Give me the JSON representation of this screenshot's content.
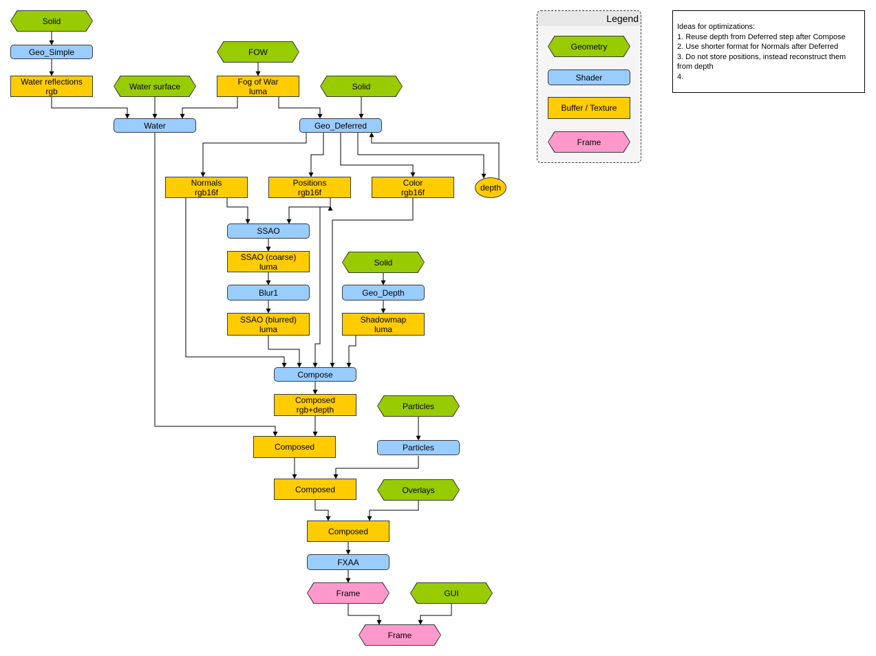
{
  "nodes": {
    "solid_top": "Solid",
    "geo_simple": "Geo_Simple",
    "water_reflections": [
      "Water reflections",
      "rgb"
    ],
    "fow": "FOW",
    "water_surface": "Water surface",
    "fog_of_war": [
      "Fog of War",
      "luma"
    ],
    "solid_mid": "Solid",
    "water": "Water",
    "geo_deferred": "Geo_Deferred",
    "normals": [
      "Normals",
      "rgb16f"
    ],
    "positions": [
      "Positions",
      "rgb16f"
    ],
    "color": [
      "Color",
      "rgb16f"
    ],
    "depth": "depth",
    "ssao": "SSAO",
    "ssao_coarse": [
      "SSAO (coarse)",
      "luma"
    ],
    "blur1": "Blur1",
    "ssao_blurred": [
      "SSAO (blurred)",
      "luma"
    ],
    "solid_shadow": "Solid",
    "geo_depth": "Geo_Depth",
    "shadowmap": [
      "Shadowmap",
      "luma"
    ],
    "compose": "Compose",
    "composed_depth": [
      "Composed",
      "rgb+depth"
    ],
    "composed_1": "Composed",
    "particles_geo": "Particles",
    "particles_shader": "Particles",
    "composed_2": "Composed",
    "overlays": "Overlays",
    "composed_3": "Composed",
    "fxaa": "FXAA",
    "frame_1": "Frame",
    "gui": "GUI",
    "frame_final": "Frame"
  },
  "legend": {
    "title": "Legend",
    "geometry": "Geometry",
    "shader": "Shader",
    "buffer": "Buffer / Texture",
    "frame": "Frame"
  },
  "notes": {
    "lines": [
      "Ideas for optimizations:",
      "1. Reuse depth from Deferred step after Compose",
      "2. Use shorter format for Normals after Deferred",
      "3. Do not store positions, instead reconstruct them",
      "from depth",
      "4."
    ]
  },
  "colors": {
    "geometry": "#99cc00",
    "shader": "#99ccff",
    "buffer": "#ffcc00",
    "frame": "#ff99cc",
    "stroke": "#36393d"
  }
}
